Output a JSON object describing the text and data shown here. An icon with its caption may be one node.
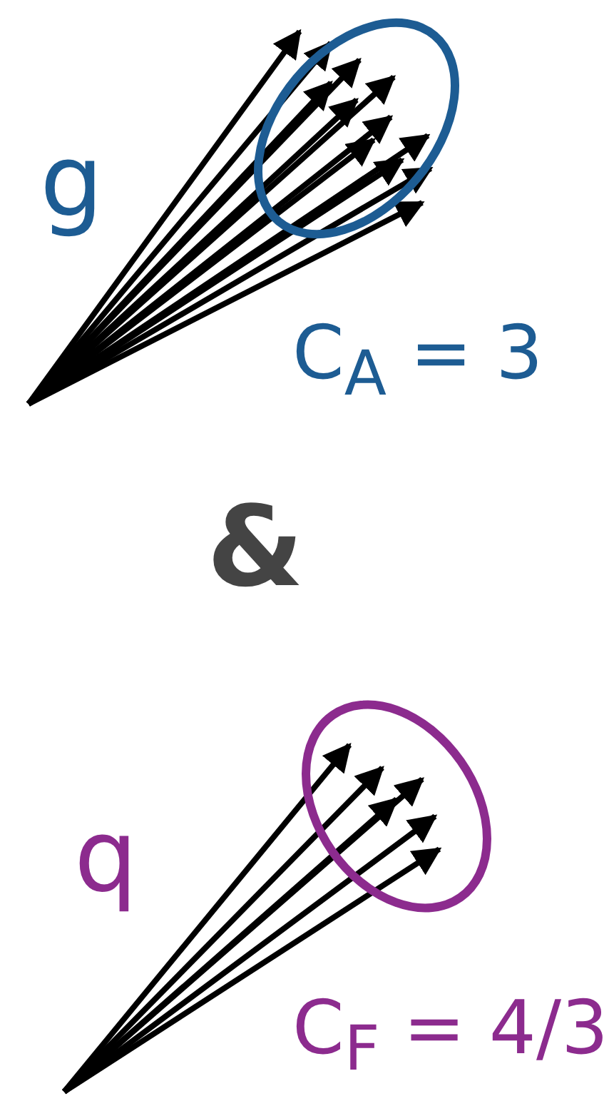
{
  "diagram": {
    "labels": [
      "g",
      "C$_{A}$ = 3",
      "&",
      "q",
      "C$_{F}$ = 4/3"
    ]
  }
}
